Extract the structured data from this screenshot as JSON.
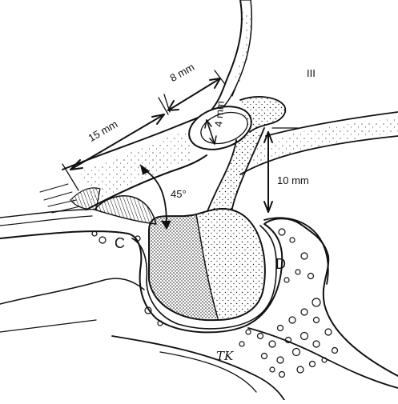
{
  "labels": {
    "dim_15mm": "15 mm",
    "dim_8mm": "8 mm",
    "dim_4mm": "4 mm",
    "dim_10mm": "10 mm",
    "angle_45": "45°",
    "roman_iii": "III",
    "label_c": "C",
    "label_d": "D",
    "signature": "TK"
  },
  "colors": {
    "ink": "#111111",
    "paper": "#ffffff"
  }
}
